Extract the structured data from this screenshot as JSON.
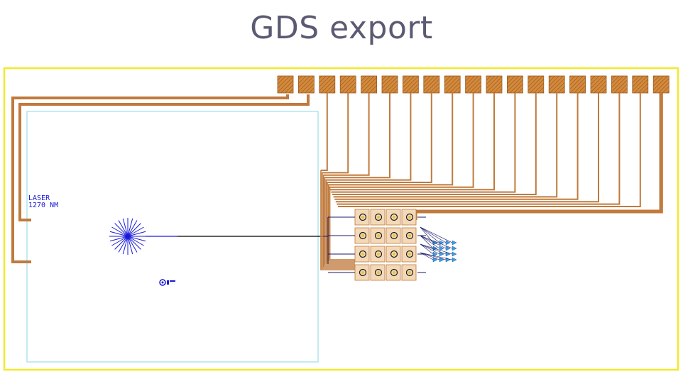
{
  "slide": {
    "title": "GDS export"
  },
  "layout": {
    "label_line_1": "LASER",
    "label_line_2": "1270 NM",
    "bond_pad_count": 19,
    "component_rows": 4,
    "component_cols": 4,
    "colors": {
      "outline": "#f2ea2a",
      "metal": "#c07a3c",
      "pad_fill": "#d48a3c",
      "pad_hatch": "#9a5a20",
      "chip_area": "#9be0ea",
      "waveguide": "#1a1ad8",
      "trace": "#000000",
      "component_bg": "#f3d9b8",
      "coupler": "#3da0e0"
    }
  }
}
